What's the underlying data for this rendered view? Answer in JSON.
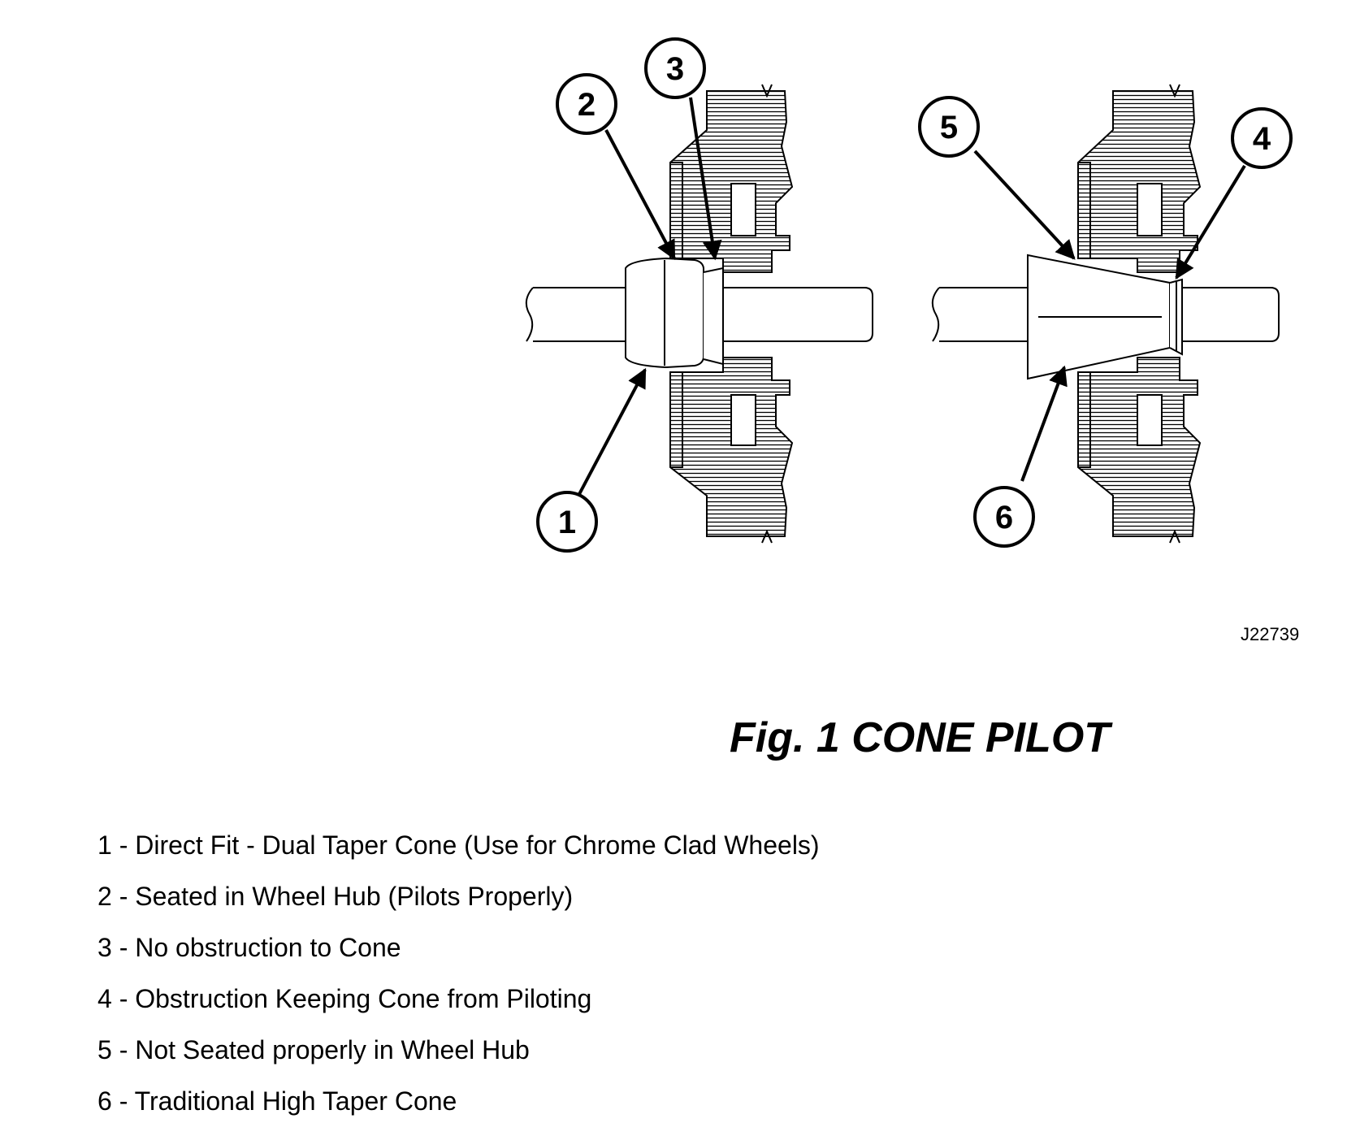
{
  "figure": {
    "id": "J22739",
    "title": "Fig. 1 CONE PILOT"
  },
  "callouts": [
    "1",
    "2",
    "3",
    "4",
    "5",
    "6"
  ],
  "legend": [
    "1 - Direct Fit - Dual Taper Cone (Use for Chrome Clad Wheels)",
    "2 - Seated in Wheel Hub (Pilots Properly)",
    "3 - No obstruction to Cone",
    "4 - Obstruction Keeping Cone from Piloting",
    "5 - Not Seated properly in Wheel Hub",
    "6 - Traditional High Taper Cone"
  ]
}
